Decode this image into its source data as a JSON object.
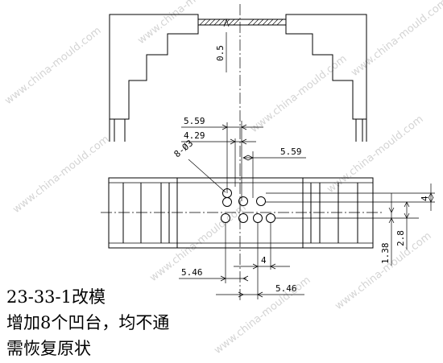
{
  "watermark": "www.china-mould.com",
  "dimensions": {
    "thickness": "0.5",
    "pitch_outer": "5.59",
    "pitch_inner": "4.29",
    "hole_spec": "8-Ø3",
    "pitch_right": "5.59",
    "height_right": "4",
    "pos_lower": "1.38",
    "pos_upper": "2.8",
    "row_gap": "4",
    "pitch_bottom_left": "5.46",
    "pitch_bottom_right": "5.46"
  },
  "notes": {
    "line1": "23-33-1改模",
    "line2": "增加8个凹台，均不通",
    "line3": "需恢复原状"
  }
}
